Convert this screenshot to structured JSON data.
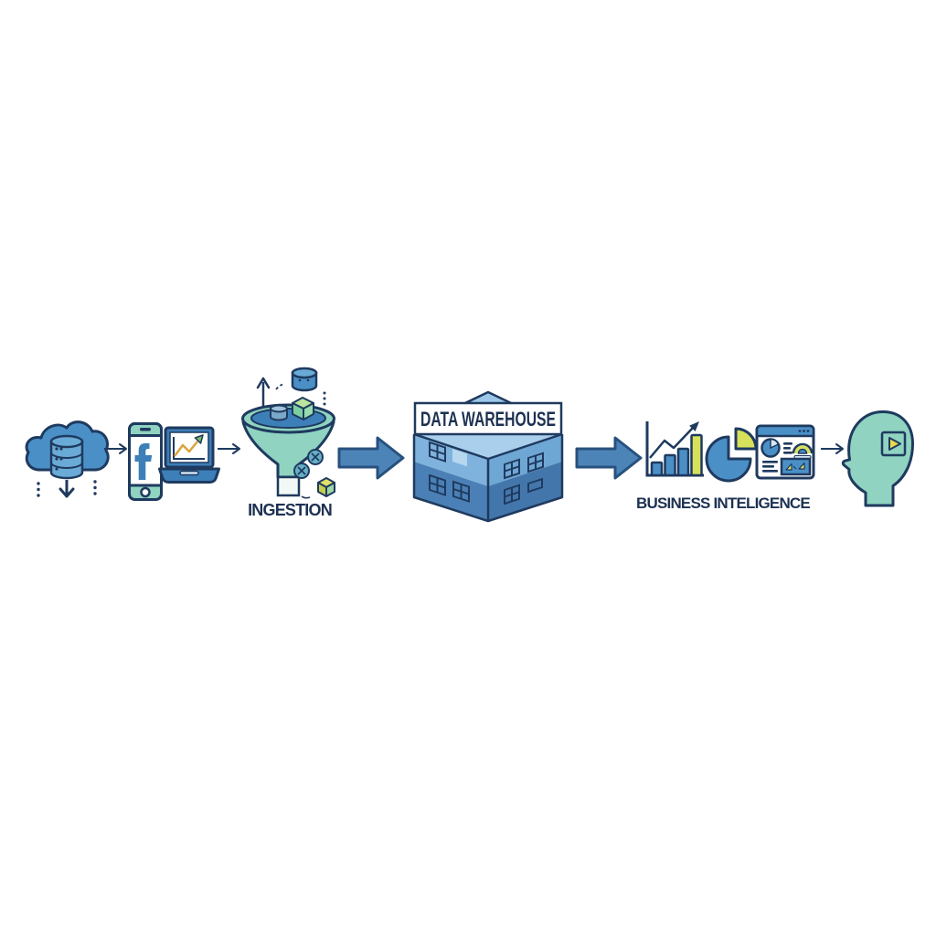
{
  "palette": {
    "background": "#ffffff",
    "outline-navy": "#1f3a5f",
    "text-navy": "#1d3152",
    "blue": "#4a90c7",
    "blue-mid": "#6aaad6",
    "blue-dark": "#3d7fb8",
    "steel-arrow-fill": "#4d84b8",
    "steel-arrow-outline": "#27517e",
    "teal": "#8fd3c0",
    "yellow-green": "#d7e05b",
    "roof-light": "#a9cfec",
    "wall-left-top": "#7fb2dc",
    "wall-left-bottom": "#4a80b5",
    "wall-right-top": "#6ea6d4",
    "wall-right-bottom": "#4377ab"
  },
  "diagram": {
    "stages": [
      {
        "id": "data-sources",
        "label": "",
        "icons": [
          "cloud-database-icon",
          "smartphone-facebook-icon",
          "laptop-chart-icon"
        ]
      },
      {
        "id": "ingestion",
        "label": "INGESTION",
        "icons": [
          "funnel-icon"
        ]
      },
      {
        "id": "data-warehouse",
        "label": "DATA WAREHOUSE",
        "icons": [
          "warehouse-building-icon"
        ]
      },
      {
        "id": "business-intelligence",
        "label": "BUSINESS INTELIGENCE",
        "icons": [
          "bar-chart-icon",
          "pie-chart-icon",
          "dashboard-icon"
        ]
      },
      {
        "id": "insights",
        "label": "",
        "icons": [
          "head-play-icon"
        ]
      }
    ],
    "connectors": [
      {
        "from": "cloud-database",
        "to": "smartphone-facebook",
        "style": "thin-arrow"
      },
      {
        "from": "laptop-chart",
        "to": "funnel",
        "style": "thin-arrow"
      },
      {
        "from": "funnel",
        "to": "data-warehouse",
        "style": "block-arrow"
      },
      {
        "from": "data-warehouse",
        "to": "business-intelligence",
        "style": "block-arrow"
      },
      {
        "from": "dashboard",
        "to": "head-play",
        "style": "thin-arrow"
      }
    ]
  }
}
